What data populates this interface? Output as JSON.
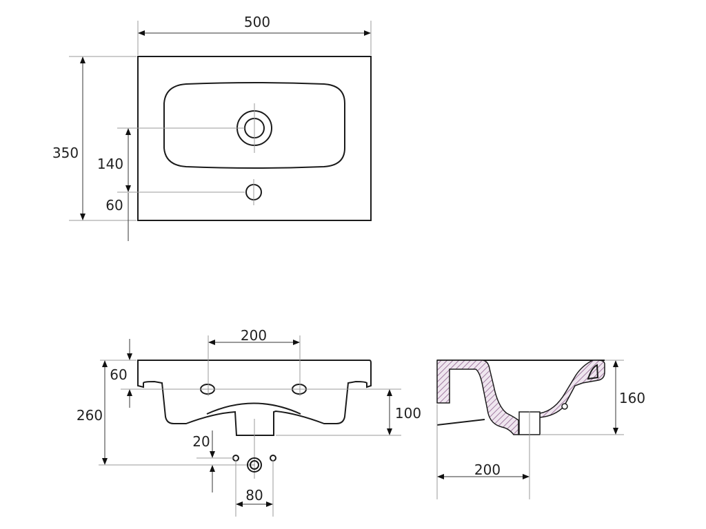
{
  "title": "Washbasin dimension drawing",
  "top_view": {
    "width": "500",
    "depth": "350",
    "drain_offset": "140",
    "tap_offset": "60"
  },
  "front_view": {
    "tap_spacing": "200",
    "rim_height": "60",
    "overall_height": "260",
    "bowl_depth": "100",
    "fixing_offset": "20",
    "fixing_spacing": "80"
  },
  "side_view": {
    "height": "160",
    "drain_distance": "200"
  },
  "colors": {
    "line": "#1a1a1a",
    "hatch": "#a07aa0"
  }
}
